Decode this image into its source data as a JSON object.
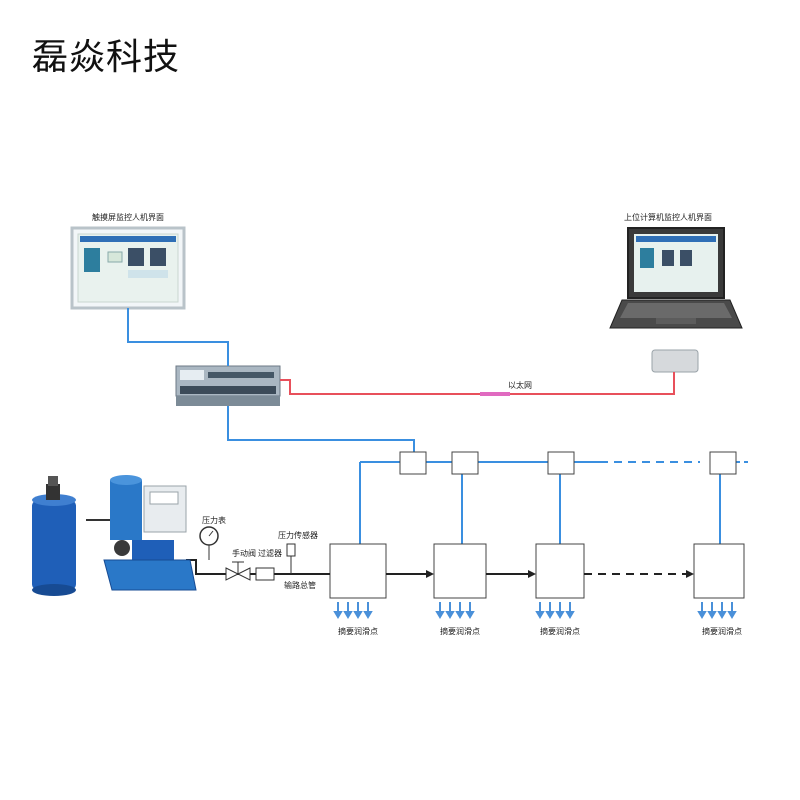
{
  "brand": {
    "name": "磊焱科技"
  },
  "labels": {
    "touchscreen_title": "触摸屏监控人机界面",
    "pc_title": "上位计算机监控人机界面",
    "ethernet": "以太网",
    "pressure_gauge": "压力表",
    "manual_valve": "手动阀",
    "filter": "过滤器",
    "pressure_sensor": "压力传感器",
    "main_pipe": "输路总管",
    "lube_points": [
      "摘要润滑点",
      "摘要润滑点",
      "摘要润滑点",
      "摘要润滑点"
    ]
  },
  "colors": {
    "signal_line": "#3a8fe0",
    "ethernet_line": "#e8505b",
    "pipe_line": "#222222",
    "drum": "#1f5fb8",
    "arrow": "#4a90d9"
  }
}
